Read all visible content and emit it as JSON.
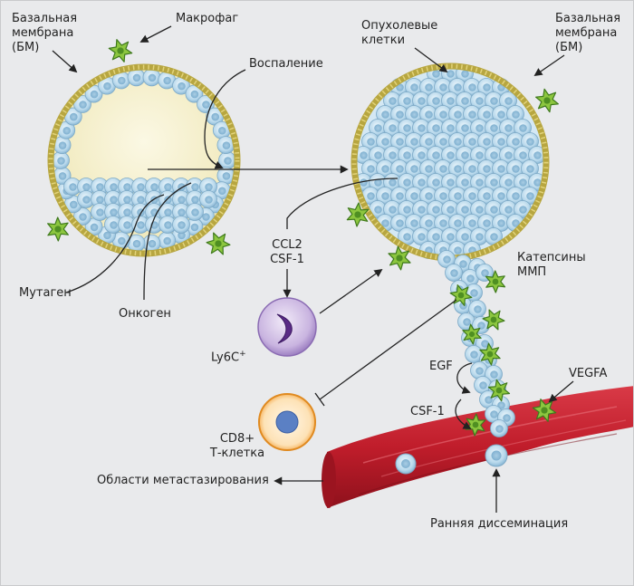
{
  "labels": {
    "basal_membrane_left": "Базальная\nмембрана\n(БМ)",
    "macrophage": "Макрофаг",
    "inflammation": "Воспаление",
    "tumor_cells": "Опухолевые\nклетки",
    "basal_membrane_right": "Базальная\nмембрана\n(БМ)",
    "ccl2_csf1": "CCL2\nCSF-1",
    "cathepsins_mmp": "Катепсины\nММП",
    "mutagen": "Мутаген",
    "oncogene": "Онкоген",
    "ly6c": "Ly6C",
    "ly6c_sup": "+",
    "egf": "EGF",
    "vegfa": "VEGFA",
    "csf1": "CSF-1",
    "cd8_tcell": "CD8+\nТ-клетка",
    "metastasis_sites": "Области метастазирования",
    "early_dissemination": "Ранняя диссеминация"
  },
  "colors": {
    "background": "#e9eaec",
    "membrane": "#c9b84a",
    "lumen": "#f4efcb",
    "tumor_cell": "#b9d9ec",
    "macrophage": "#8cc63f",
    "monocyte": "#b49bd0",
    "tcell": "#f4a84c",
    "vessel": "#c8202f"
  }
}
